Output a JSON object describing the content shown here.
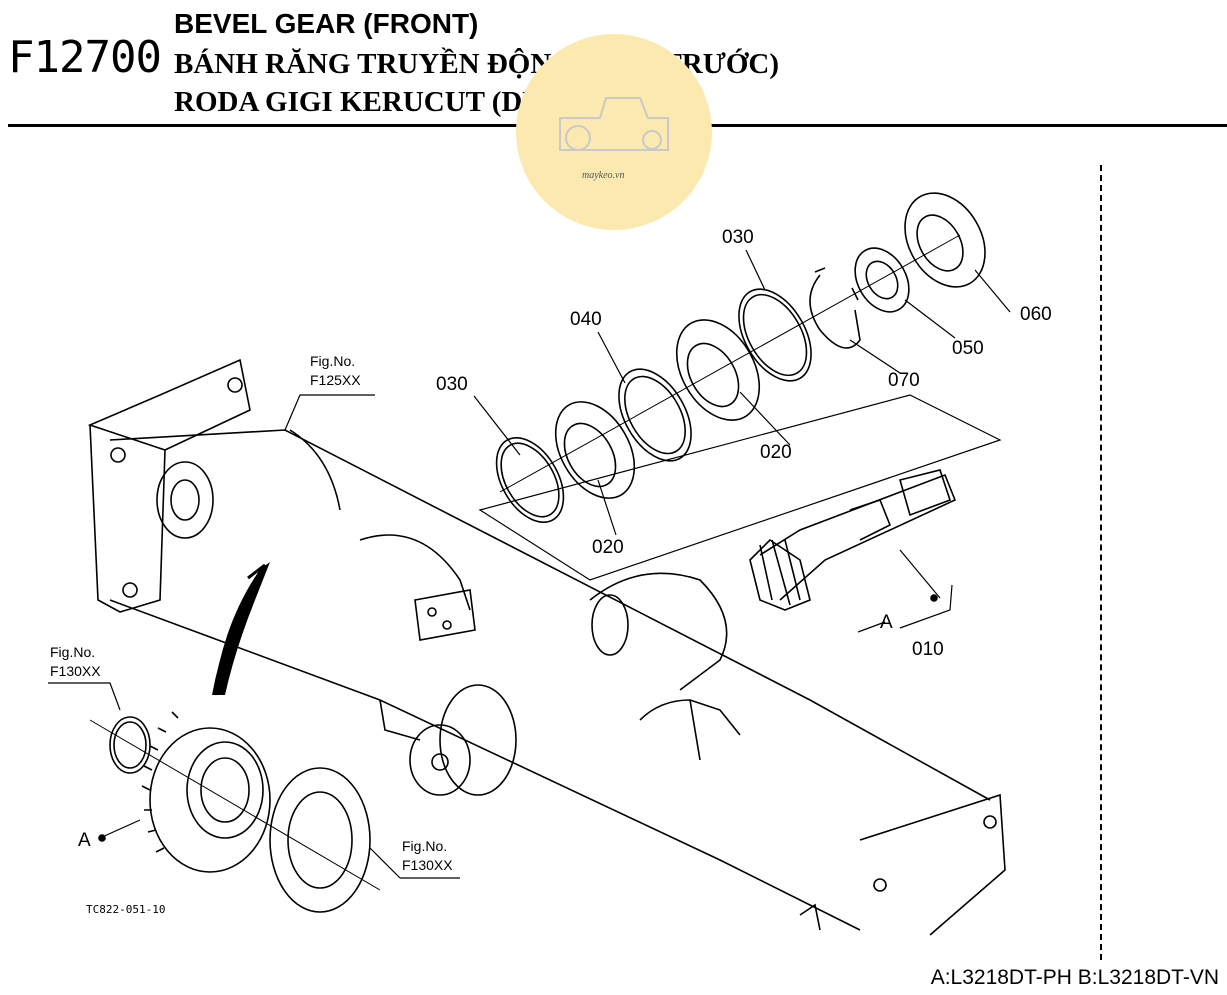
{
  "header": {
    "code": "F12700",
    "title_en": "BEVEL GEAR (FRONT)",
    "title_vi": "BÁNH RĂNG TRUYỀN ĐỘNG NÓN (TRƯỚC)",
    "title_id": "RODA GIGI KERUCUT (DEPAN)"
  },
  "watermark": {
    "text": "maykeo.vn"
  },
  "diagram": {
    "part_labels": [
      "030",
      "040",
      "030",
      "020",
      "020",
      "070",
      "050",
      "060",
      "010"
    ],
    "ref_marks": [
      "A",
      "A"
    ],
    "fig_refs": [
      {
        "line1": "Fig.No.",
        "line2": "F125XX"
      },
      {
        "line1": "Fig.No.",
        "line2": "F130XX"
      },
      {
        "line1": "Fig.No.",
        "line2": "F130XX"
      }
    ],
    "drawing_code": "TC822-051-10"
  },
  "footer": {
    "models": "A:L3218DT-PH B:L3218DT-VN"
  }
}
